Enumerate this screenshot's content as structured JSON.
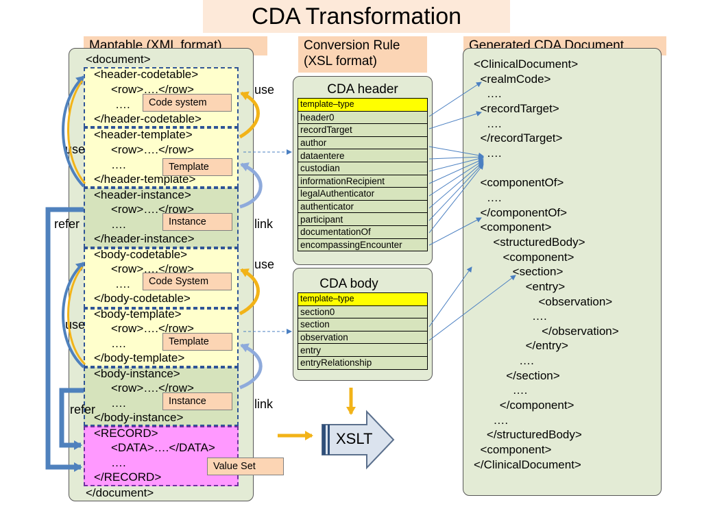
{
  "title": "CDA Transformation",
  "headers": {
    "maptable": "Maptable (XML format)",
    "conversion": "Conversion Rule\n(XSL format)",
    "generated": "Generated CDA Document"
  },
  "maptable": {
    "document_open": "<document>",
    "document_close": "</document>",
    "sections": [
      {
        "open": "<header-codetable>",
        "row": "<row>….</row>",
        "dots": "….",
        "close": "</header-codetable>",
        "tag": "Code system"
      },
      {
        "open": "<header-template>",
        "row": "<row>….</row>",
        "dots": "….",
        "close": "</header-template>",
        "tag": "Template"
      },
      {
        "open": "<header-instance>",
        "row": "<row>….</row>",
        "dots": "….",
        "close": "</header-instance>",
        "tag": "Instance"
      },
      {
        "open": "<body-codetable>",
        "row": "<row>….</row>",
        "dots": "….",
        "close": "</body-codetable>",
        "tag": "Code System"
      },
      {
        "open": "<body-template>",
        "row": "<row>….</row>",
        "dots": "….",
        "close": "</body-template>",
        "tag": "Template"
      },
      {
        "open": "<body-instance>",
        "row": "<row>….</row>",
        "dots": "….",
        "close": "</body-instance>",
        "tag": "Instance"
      },
      {
        "open": "<RECORD>",
        "row": "<DATA>….</DATA>",
        "dots": "….",
        "close": "</RECORD>",
        "tag": "Value Set"
      }
    ]
  },
  "labels": {
    "use": "use",
    "link": "link",
    "refer": "refer",
    "xslt": "XSLT"
  },
  "cda_header": {
    "title": "CDA header",
    "rows": [
      "template–type",
      "header0",
      "recordTarget",
      "author",
      "dataentere",
      "custodian",
      "informationRecipient",
      "legalAuthenticator",
      "authenticator",
      "participant",
      "documentationOf",
      "encompassingEncounter"
    ]
  },
  "cda_body": {
    "title": "CDA body",
    "rows": [
      "template–type",
      "section0",
      "section",
      "observation",
      "entry",
      "entryRelationship"
    ]
  },
  "generated_lines": [
    "<ClinicalDocument>",
    "  <realmCode>",
    "    ….",
    "  <recordTarget>",
    "    ….",
    "  </recordTarget>",
    "    ….",
    "",
    "  <componentOf>",
    "    ….",
    "  </componentOf>",
    "  <component>",
    "      <structuredBody>",
    "         <component>",
    "            <section>",
    "                <entry>",
    "                    <observation>",
    "                  ….",
    "                     </observation>",
    "                </entry>",
    "              ….",
    "          </section>",
    "            ….",
    "        </component>",
    "      ….",
    "    </structuredBody>",
    "  <component>",
    "</ClinicalDocument>"
  ],
  "colors": {
    "arrow_gold": "#f2b318",
    "arrow_blue": "#4f81bd",
    "arrow_gray": "#8eaadb",
    "link_line": "#4a7fc1"
  }
}
